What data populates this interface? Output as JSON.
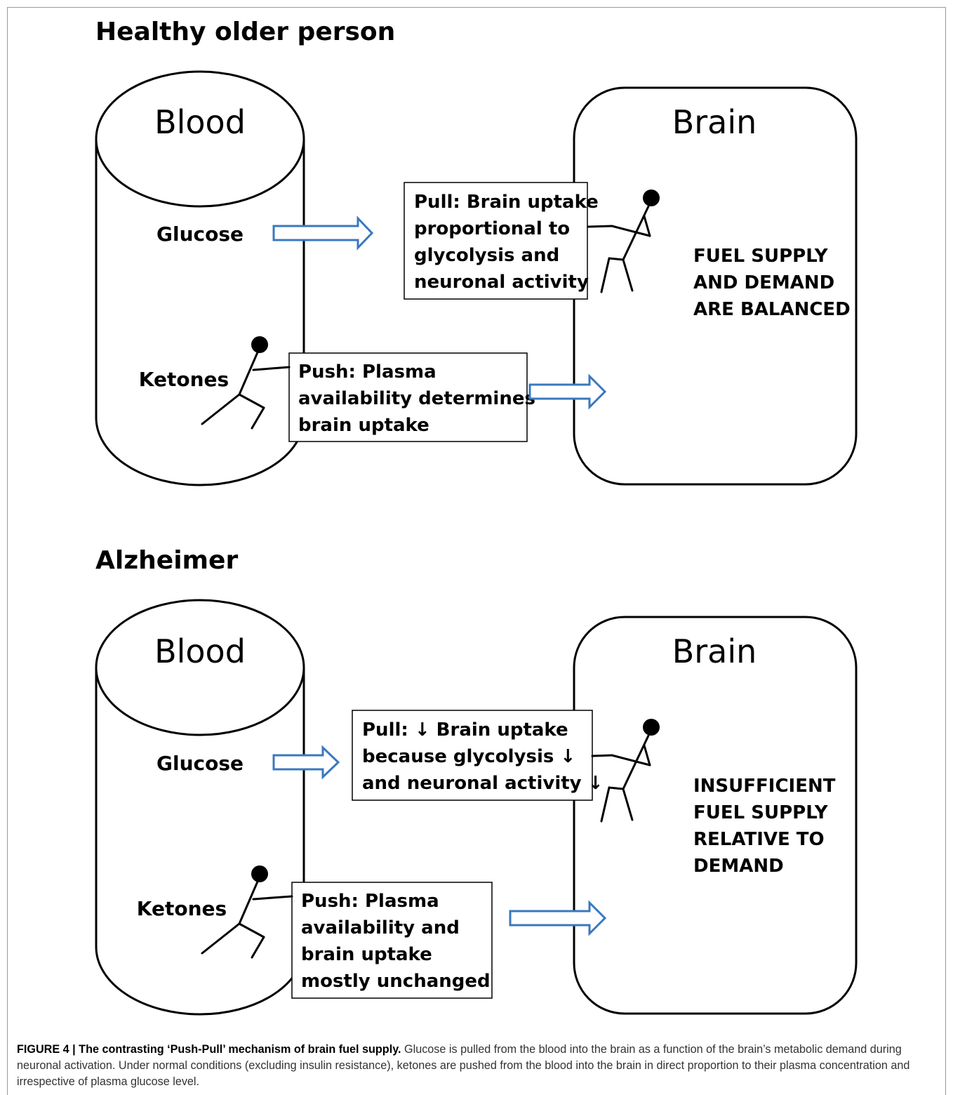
{
  "panels": [
    {
      "title": "Healthy older person",
      "blood_label": "Blood",
      "brain_label": "Brain",
      "glucose_label": "Glucose",
      "ketones_label": "Ketones",
      "pull_lines": [
        "Pull: Brain uptake",
        "proportional to",
        "glycolysis and",
        "neuronal activity"
      ],
      "push_lines": [
        "Push: Plasma",
        "availability determines",
        "brain uptake"
      ],
      "status_lines": [
        "FUEL SUPPLY",
        "AND DEMAND",
        "ARE BALANCED"
      ]
    },
    {
      "title": "Alzheimer",
      "blood_label": "Blood",
      "brain_label": "Brain",
      "glucose_label": "Glucose",
      "ketones_label": "Ketones",
      "pull_lines": [
        "Pull: ↓ Brain uptake",
        "because  glycolysis ↓",
        "and neuronal activity ↓"
      ],
      "push_lines": [
        "Push: Plasma",
        "availability and",
        "brain uptake",
        "mostly unchanged"
      ],
      "status_lines": [
        "INSUFFICIENT",
        "FUEL SUPPLY",
        "RELATIVE TO",
        "DEMAND"
      ]
    }
  ],
  "caption": {
    "heading": "FIGURE 4 | The contrasting ‘Push-Pull’ mechanism of brain fuel supply.",
    "body": "Glucose is pulled from the blood into the brain as a function of the brain’s metabolic demand during neuronal activation. Under normal conditions (excluding insulin resistance), ketones are pushed from the blood into the brain in direct proportion to their plasma concentration and irrespective of plasma glucose level."
  },
  "colors": {
    "arrow_stroke": "#3a78bf",
    "line": "#000000"
  }
}
